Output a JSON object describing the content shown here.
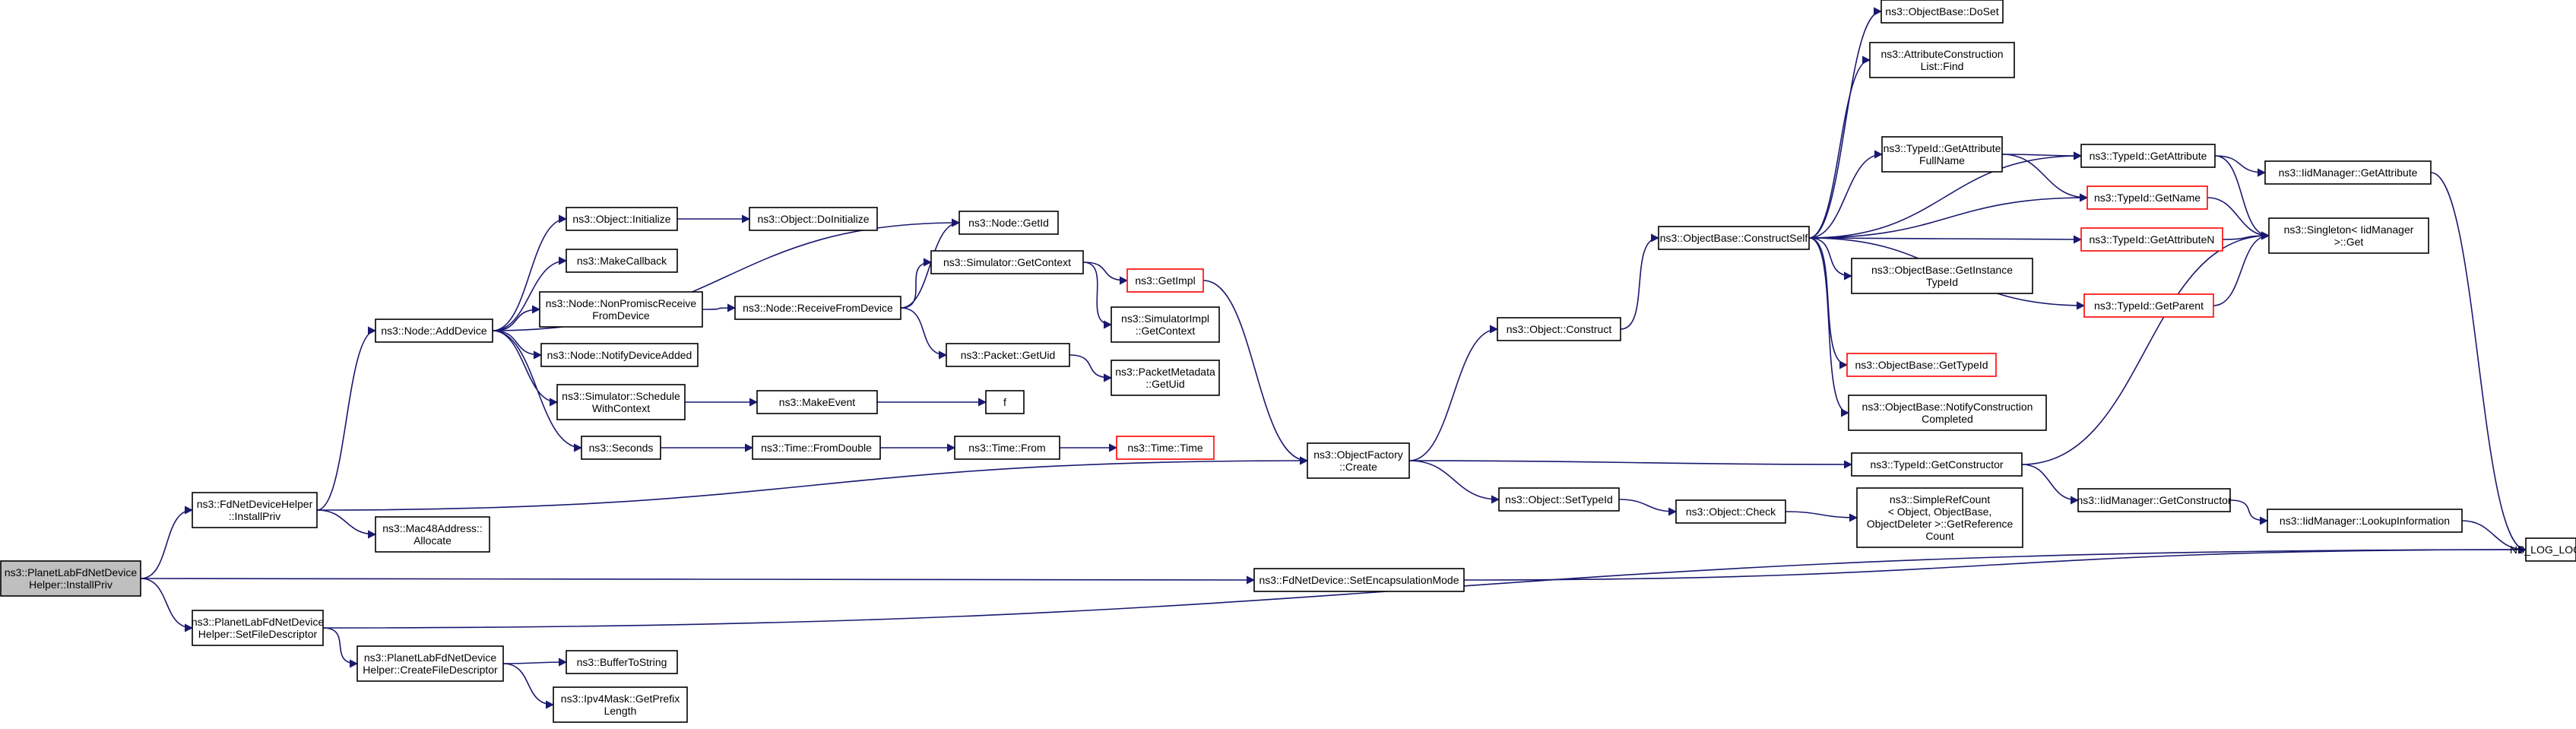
{
  "graph": {
    "edge_color": "#191970",
    "node_border_color": "#000000",
    "highlight_border_color": "#ff0000",
    "root_fill_color": "#bfbfbf",
    "nodes": [
      {
        "id": "root",
        "label": [
          "ns3::PlanetLabFdNetDevice",
          "Helper::InstallPriv"
        ],
        "root": true
      },
      {
        "id": "fdndh_install",
        "label": [
          "ns3::FdNetDeviceHelper",
          "::InstallPriv"
        ]
      },
      {
        "id": "set_fd",
        "label": [
          "ns3::PlanetLabFdNetDevice",
          "Helper::SetFileDescriptor"
        ]
      },
      {
        "id": "create_fd",
        "label": [
          "ns3::PlanetLabFdNetDevice",
          "Helper::CreateFileDescriptor"
        ]
      },
      {
        "id": "buffer_to_string",
        "label": [
          "ns3::BufferToString"
        ]
      },
      {
        "id": "ipv4mask_prefix",
        "label": [
          "ns3::Ipv4Mask::GetPrefix",
          "Length"
        ]
      },
      {
        "id": "node_add_device",
        "label": [
          "ns3::Node::AddDevice"
        ]
      },
      {
        "id": "mac48_allocate",
        "label": [
          "ns3::Mac48Address::",
          "Allocate"
        ]
      },
      {
        "id": "object_initialize",
        "label": [
          "ns3::Object::Initialize"
        ]
      },
      {
        "id": "object_doinitialize",
        "label": [
          "ns3::Object::DoInitialize"
        ]
      },
      {
        "id": "make_callback",
        "label": [
          "ns3::MakeCallback"
        ]
      },
      {
        "id": "node_nonpromisc",
        "label": [
          "ns3::Node::NonPromiscReceive",
          "FromDevice"
        ]
      },
      {
        "id": "node_notify",
        "label": [
          "ns3::Node::NotifyDeviceAdded"
        ]
      },
      {
        "id": "sim_schedule",
        "label": [
          "ns3::Simulator::Schedule",
          "WithContext"
        ]
      },
      {
        "id": "seconds",
        "label": [
          "ns3::Seconds"
        ]
      },
      {
        "id": "node_getid",
        "label": [
          "ns3::Node::GetId"
        ]
      },
      {
        "id": "node_receive",
        "label": [
          "ns3::Node::ReceiveFromDevice"
        ]
      },
      {
        "id": "make_event",
        "label": [
          "ns3::MakeEvent"
        ]
      },
      {
        "id": "f",
        "label": [
          "f"
        ]
      },
      {
        "id": "time_fromdouble",
        "label": [
          "ns3::Time::FromDouble"
        ]
      },
      {
        "id": "time_from",
        "label": [
          "ns3::Time::From"
        ]
      },
      {
        "id": "time_time",
        "label": [
          "ns3::Time::Time"
        ],
        "red": true
      },
      {
        "id": "sim_getcontext",
        "label": [
          "ns3::Simulator::GetContext"
        ]
      },
      {
        "id": "packet_getuid",
        "label": [
          "ns3::Packet::GetUid"
        ]
      },
      {
        "id": "getimpl",
        "label": [
          "ns3::GetImpl"
        ],
        "red": true
      },
      {
        "id": "simimpl_getcontext",
        "label": [
          "ns3::SimulatorImpl",
          "::GetContext"
        ]
      },
      {
        "id": "packetmeta_getuid",
        "label": [
          "ns3::PacketMetadata",
          "::GetUid"
        ]
      },
      {
        "id": "objfactory_create",
        "label": [
          "ns3::ObjectFactory",
          "::Create"
        ]
      },
      {
        "id": "fdnd_setencap",
        "label": [
          "ns3::FdNetDevice::SetEncapsulationMode"
        ]
      },
      {
        "id": "object_construct",
        "label": [
          "ns3::Object::Construct"
        ]
      },
      {
        "id": "object_settypeid",
        "label": [
          "ns3::Object::SetTypeId"
        ]
      },
      {
        "id": "object_check",
        "label": [
          "ns3::Object::Check"
        ]
      },
      {
        "id": "simplerefcount",
        "label": [
          "ns3::SimpleRefCount",
          "< Object, ObjectBase,",
          "ObjectDeleter >::GetReference",
          "Count"
        ]
      },
      {
        "id": "objbase_constructself",
        "label": [
          "ns3::ObjectBase::ConstructSelf"
        ]
      },
      {
        "id": "objbase_doset",
        "label": [
          "ns3::ObjectBase::DoSet"
        ]
      },
      {
        "id": "attrconst_find",
        "label": [
          "ns3::AttributeConstruction",
          "List::Find"
        ]
      },
      {
        "id": "typeid_getattrfullname",
        "label": [
          "ns3::TypeId::GetAttribute",
          "FullName"
        ]
      },
      {
        "id": "objbase_getinstancetypeid",
        "label": [
          "ns3::ObjectBase::GetInstance",
          "TypeId"
        ]
      },
      {
        "id": "objbase_gettypeid",
        "label": [
          "ns3::ObjectBase::GetTypeId"
        ],
        "red": true
      },
      {
        "id": "objbase_notifyconst",
        "label": [
          "ns3::ObjectBase::NotifyConstruction",
          "Completed"
        ]
      },
      {
        "id": "typeid_getconstructor",
        "label": [
          "ns3::TypeId::GetConstructor"
        ]
      },
      {
        "id": "typeid_getattribute",
        "label": [
          "ns3::TypeId::GetAttribute"
        ]
      },
      {
        "id": "typeid_getname",
        "label": [
          "ns3::TypeId::GetName"
        ],
        "red": true
      },
      {
        "id": "typeid_getattributen",
        "label": [
          "ns3::TypeId::GetAttributeN"
        ],
        "red": true
      },
      {
        "id": "typeid_getparent",
        "label": [
          "ns3::TypeId::GetParent"
        ],
        "red": true
      },
      {
        "id": "iidmgr_getattribute",
        "label": [
          "ns3::IidManager::GetAttribute"
        ]
      },
      {
        "id": "singleton_get",
        "label": [
          "ns3::Singleton< IidManager",
          ">::Get"
        ]
      },
      {
        "id": "iidmgr_getconstructor",
        "label": [
          "ns3::IidManager::GetConstructor"
        ]
      },
      {
        "id": "iidmgr_lookupinfo",
        "label": [
          "ns3::IidManager::LookupInformation"
        ]
      },
      {
        "id": "ns_log_logic",
        "label": [
          "NS_LOG_LOGIC"
        ]
      }
    ]
  }
}
